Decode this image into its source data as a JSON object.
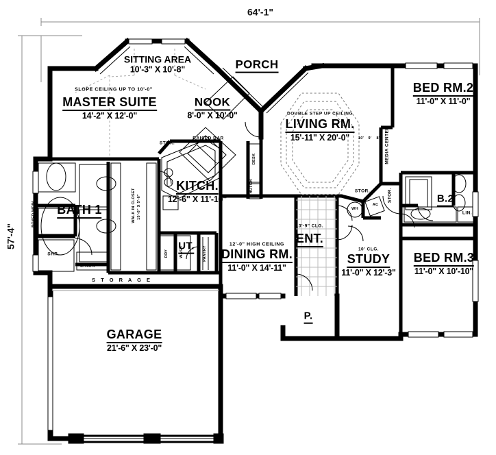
{
  "plan": {
    "overall_width": "64'-1\"",
    "overall_height": "57'-4\"",
    "rooms": [
      {
        "key": "sitting_area",
        "name": "SITTING AREA",
        "dims": "10'-3\" X 10'-8\""
      },
      {
        "key": "master_suite",
        "name": "MASTER SUITE",
        "dims": "14'-2\" X 12'-0\"",
        "note": "SLOPE CEILING UP TO 10'-0\""
      },
      {
        "key": "nook",
        "name": "NOOK",
        "dims": "8'-0\" X 10'-0\""
      },
      {
        "key": "porch",
        "name": "PORCH",
        "dims": ""
      },
      {
        "key": "living_room",
        "name": "LIVING RM.",
        "dims": "15'-11\" X 20'-0\"",
        "note": "DOUBLE STEP UP CEILING"
      },
      {
        "key": "bed_room_2",
        "name": "BED RM.2",
        "dims": "11'-0\" X 11'-0\""
      },
      {
        "key": "bed_room_3",
        "name": "BED RM.3",
        "dims": "11'-0\" X 10'-10\""
      },
      {
        "key": "bath_2",
        "name": "B.2",
        "dims": ""
      },
      {
        "key": "bath_1",
        "name": "BATH 1",
        "dims": ""
      },
      {
        "key": "kitchen",
        "name": "KITCH.",
        "dims": "12'-6\" X 11'-10\""
      },
      {
        "key": "dining_room",
        "name": "DINING RM.",
        "dims": "11'-0\" X 14'-11\"",
        "note": "12'-0\" HIGH CEILING"
      },
      {
        "key": "entry",
        "name": "ENT.",
        "dims": "",
        "note": "13'-9\" CLG."
      },
      {
        "key": "study",
        "name": "STUDY",
        "dims": "11'-0\" X 12'-3\"",
        "note": "10' CLG."
      },
      {
        "key": "utility",
        "name": "UT.",
        "dims": ""
      },
      {
        "key": "powder",
        "name": "P.",
        "dims": ""
      },
      {
        "key": "garage",
        "name": "GARAGE",
        "dims": "21'-6\" X 23'-0\""
      }
    ],
    "small_labels": [
      {
        "key": "storage_band",
        "text": "S T O R A G E"
      },
      {
        "key": "stor_master",
        "text": "STOR."
      },
      {
        "key": "stor_living",
        "text": "STOR."
      },
      {
        "key": "stor_mech",
        "text": "STOR."
      },
      {
        "key": "raised_bar",
        "text": "RAISED BAR"
      },
      {
        "key": "desk",
        "text": "DESK"
      },
      {
        "key": "hutch",
        "text": "HUTCH"
      },
      {
        "key": "pantry",
        "text": "PANTRY"
      },
      {
        "key": "dry",
        "text": "DRY"
      },
      {
        "key": "wash",
        "text": "WASH"
      },
      {
        "key": "linen_bath1",
        "text": "LINEN"
      },
      {
        "key": "shower",
        "text": "SHR."
      },
      {
        "key": "boxed_window",
        "text": "BOXED WDW."
      },
      {
        "key": "walk_in_closet",
        "text": "WALK IN CLOSET"
      },
      {
        "key": "walk_in_closet_dims",
        "text": "15'-6\" X 5'-6\""
      },
      {
        "key": "media_center",
        "text": "MEDIA CENTER"
      },
      {
        "key": "ac_unit",
        "text": "AC"
      },
      {
        "key": "water_heater",
        "text": "WH"
      },
      {
        "key": "linen_b2",
        "text": "LIN."
      },
      {
        "key": "clg_10",
        "text": "10'"
      },
      {
        "key": "clg_9",
        "text": "9'"
      },
      {
        "key": "clg_8",
        "text": "8'"
      }
    ]
  }
}
